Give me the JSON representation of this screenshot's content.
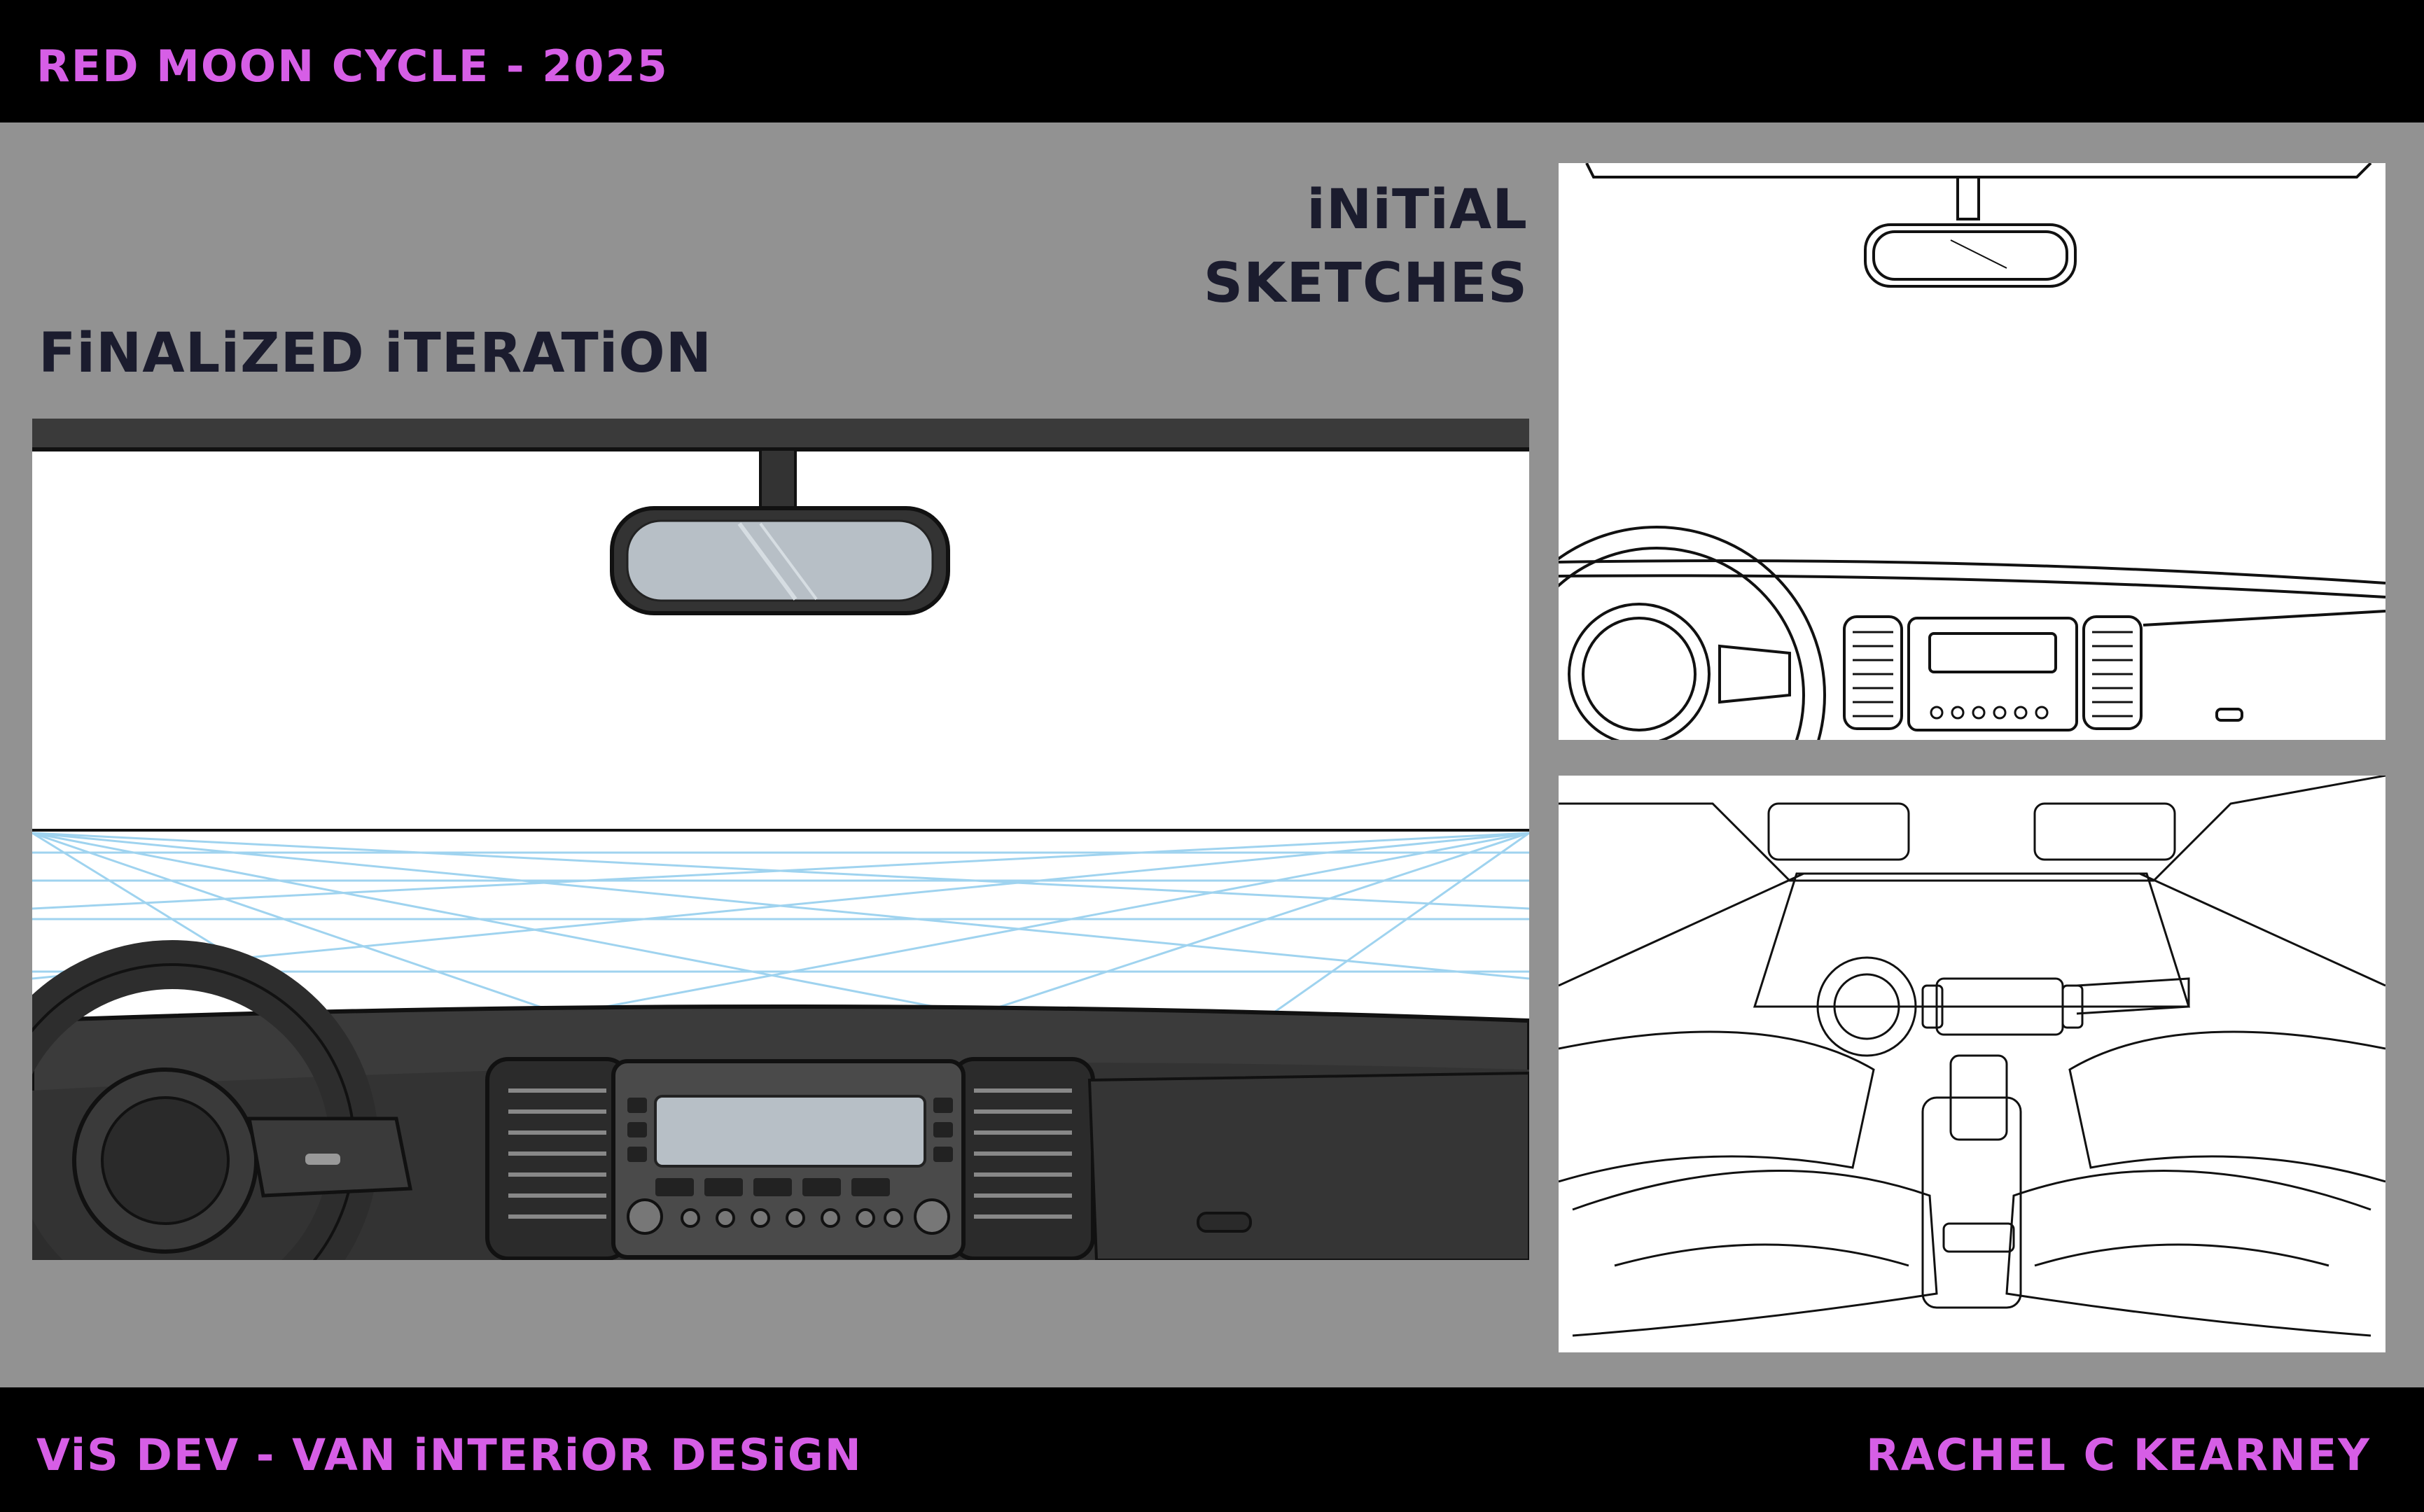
{
  "header": {
    "title": "RED MOON CYCLE - 2025"
  },
  "labels": {
    "finalized": "FiNALiZED iTERATiON",
    "initial_line1": "iNiTiAL",
    "initial_line2": "SKETCHES"
  },
  "footer": {
    "left": "ViS DEV - VAN iNTERiOR DESiGN",
    "right": "RACHEL C KEARNEY"
  },
  "colors": {
    "accent": "#d65ee6",
    "background": "#929292",
    "bars": "#000000",
    "heading": "#1b1c2e"
  }
}
